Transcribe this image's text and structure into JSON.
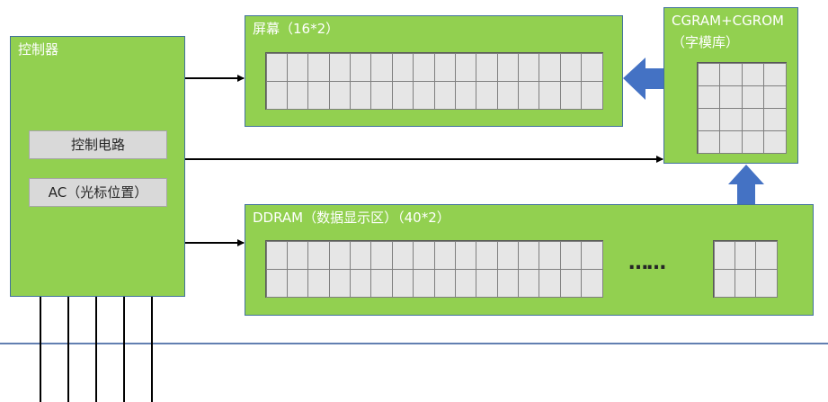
{
  "controller": {
    "title": "控制器"
  },
  "control_circuit": {
    "label": "控制电路"
  },
  "ac": {
    "label": "AC（光标位置）"
  },
  "screen": {
    "title": "屏幕（16*2）",
    "rows": 2,
    "cols": 16
  },
  "cgram": {
    "title": "CGRAM+CGROM",
    "subtitle": "（字模库）",
    "rows": 4,
    "cols": 4
  },
  "ddram": {
    "title": "DDRAM（数据显示区）（40*2）",
    "rows": 2,
    "cols_main": 16,
    "cols_tail": 3,
    "ellipsis": "……"
  },
  "colors": {
    "box_fill": "#92d050",
    "box_border": "#41719c",
    "cell_fill": "#e6e6e6",
    "arrow_blue": "#4472c4",
    "bus_line": "#2f5597"
  }
}
